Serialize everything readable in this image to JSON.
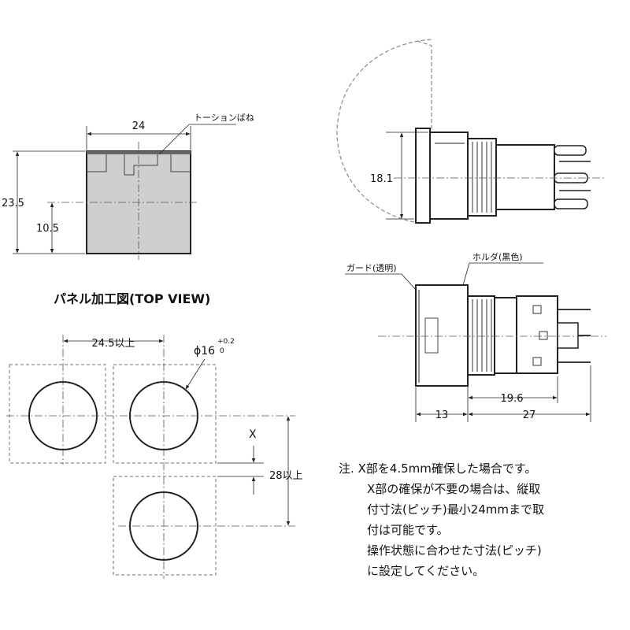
{
  "front_view": {
    "dim_width": "24",
    "dim_height": "23.5",
    "dim_lower": "10.5",
    "callout_torsion_spring": "トーションばね"
  },
  "panel_cutout": {
    "title": "パネル加工図(TOP VIEW)",
    "dim_horizontal_pitch": "24.5以上",
    "dim_diameter": "ϕ16",
    "dim_diameter_tol_upper": "+0.2",
    "dim_diameter_tol_lower": "0",
    "dim_x": "X",
    "dim_vertical_pitch": "28以上"
  },
  "side_view": {
    "dim_height": "18.1"
  },
  "bottom_side_view": {
    "callout_guard": "ガード(透明)",
    "callout_holder": "ホルダ(黒色)",
    "dim_body": "19.6",
    "dim_front": "13",
    "dim_rear": "27"
  },
  "note": {
    "lines": [
      "注. X部を4.5mm確保した場合です。",
      "X部の確保が不要の場合は、縦取",
      "付寸法(ピッチ)最小24mmまで取",
      "付は可能です。",
      "操作状態に合わせた寸法(ピッチ)",
      "に設定してください。"
    ]
  },
  "colors": {
    "line": "#222222",
    "body_fill": "#cfcfcf",
    "dash": "#8a8a8a"
  }
}
